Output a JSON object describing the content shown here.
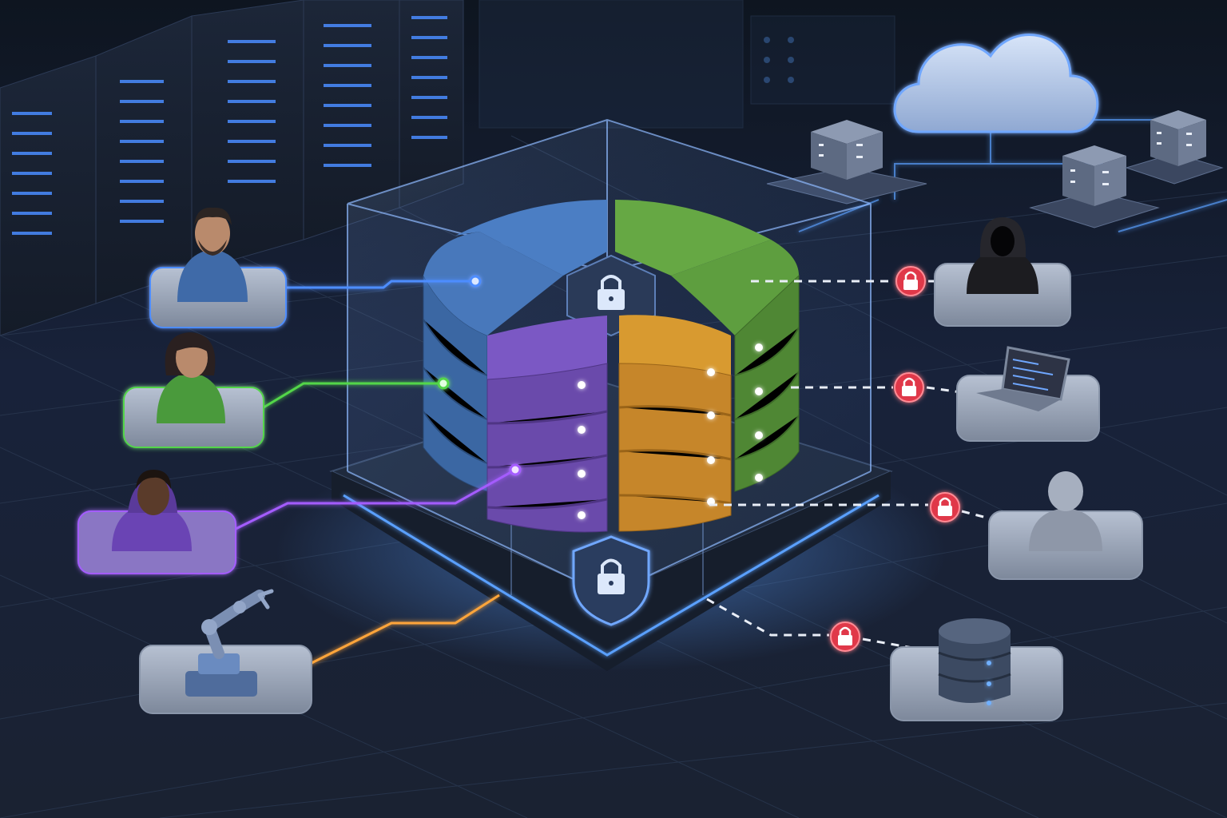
{
  "colors": {
    "background": "#131a26",
    "floor": "#1b2433",
    "grid": "#2b3a50",
    "blue_segment": "#3f6fae",
    "green_segment": "#5c9a3c",
    "purple_segment": "#6f4fb0",
    "orange_segment": "#c98a25",
    "glass_edge": "#7fb2ff",
    "glow": "#4d8dff",
    "denied": "#e0394a",
    "cloud": "#bcd0ef"
  },
  "authorized_users": [
    {
      "name": "user-man-avatar",
      "tier": "blue",
      "line_color": "#4d8dff"
    },
    {
      "name": "user-woman-avatar",
      "tier": "green",
      "line_color": "#52d64a"
    },
    {
      "name": "user-hoodie-avatar",
      "tier": "purple",
      "line_color": "#a45cff"
    },
    {
      "name": "robot-arm-icon",
      "tier": "orange",
      "line_color": "#ffa53a"
    }
  ],
  "blocked_clients": [
    {
      "name": "hooded-hacker-avatar",
      "status": "locked"
    },
    {
      "name": "laptop-icon",
      "status": "locked"
    },
    {
      "name": "anonymous-user-icon",
      "status": "locked"
    },
    {
      "name": "external-database-icon",
      "status": "locked"
    }
  ],
  "icons": [
    "cloud-icon",
    "server-rack-icon",
    "lock-icon",
    "shield-lock-icon"
  ]
}
